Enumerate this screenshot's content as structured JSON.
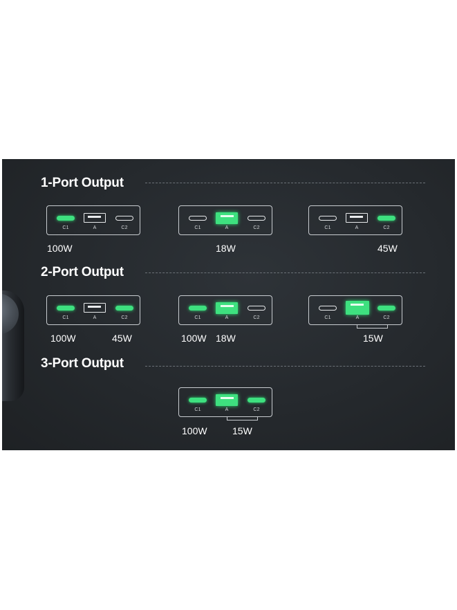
{
  "sections": [
    {
      "title": "1-Port Output"
    },
    {
      "title": "2-Port Output"
    },
    {
      "title": "3-Port Output"
    }
  ],
  "port_labels": {
    "c1": "C1",
    "a": "A",
    "c2": "C2"
  },
  "configs": [
    {
      "section": "1-Port Output",
      "active": [
        "C1"
      ],
      "watts": [
        "100W"
      ]
    },
    {
      "section": "1-Port Output",
      "active": [
        "A"
      ],
      "watts": [
        "18W"
      ]
    },
    {
      "section": "1-Port Output",
      "active": [
        "C2"
      ],
      "watts": [
        "45W"
      ]
    },
    {
      "section": "2-Port Output",
      "active": [
        "C1",
        "C2"
      ],
      "watts": [
        "100W",
        "45W"
      ]
    },
    {
      "section": "2-Port Output",
      "active": [
        "C1",
        "A"
      ],
      "watts": [
        "100W",
        "18W"
      ]
    },
    {
      "section": "2-Port Output",
      "active": [
        "A",
        "C2"
      ],
      "watts": [
        "15W"
      ]
    },
    {
      "section": "3-Port Output",
      "active": [
        "C1",
        "A",
        "C2"
      ],
      "watts": [
        "100W",
        "15W"
      ]
    }
  ],
  "colors": {
    "active_port": "#3ee07f",
    "panel_bg": "#2a2e32",
    "text": "#ffffff"
  }
}
